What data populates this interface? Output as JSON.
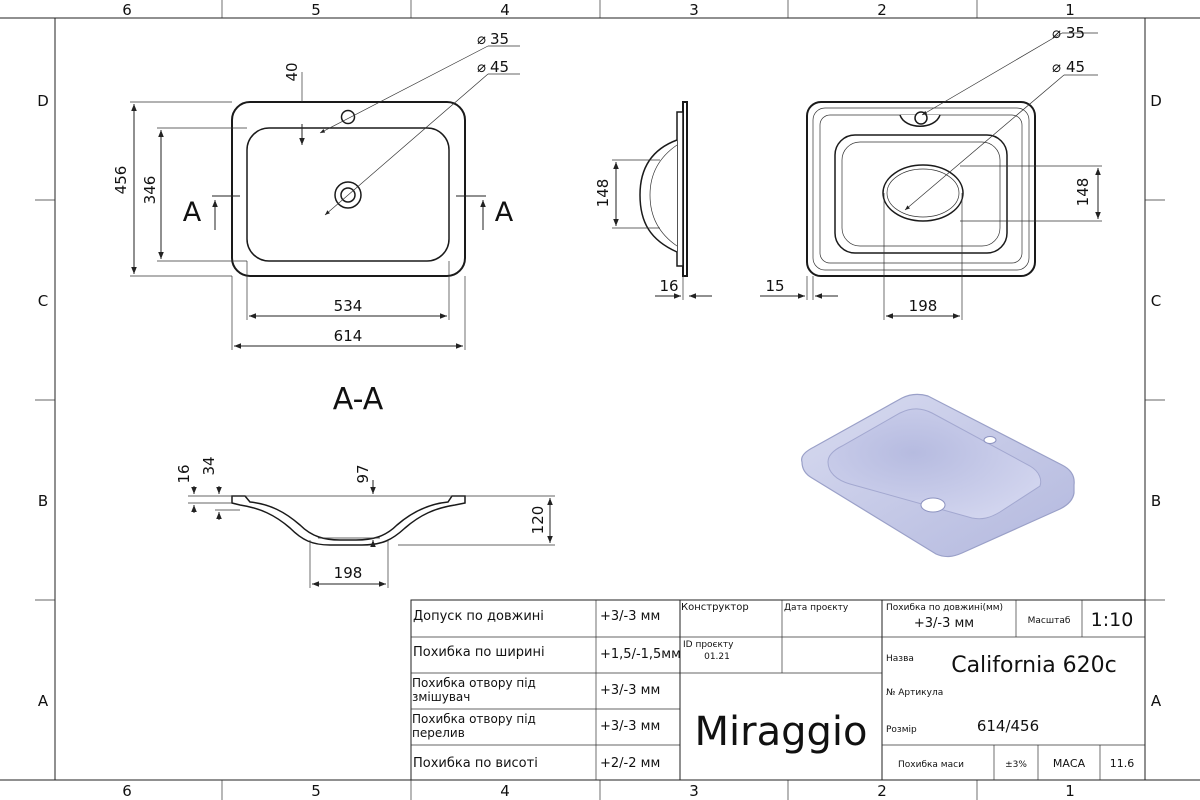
{
  "frame": {
    "columns": [
      "6",
      "5",
      "4",
      "3",
      "2",
      "1"
    ],
    "rows": [
      "D",
      "C",
      "B",
      "A"
    ]
  },
  "top_view": {
    "hole_small": "35",
    "hole_large": "45",
    "offset": "40",
    "height_outer": "456",
    "height_inner": "346",
    "width_inner": "534",
    "width_outer": "614",
    "section_mark": "A"
  },
  "side_view": {
    "bowl_height": "148",
    "rim": "16"
  },
  "rear_view": {
    "hole_small": "35",
    "hole_large": "45",
    "bowl_height": "148",
    "rim": "15",
    "drain_width": "198"
  },
  "section": {
    "title": "A-A",
    "rim": "16",
    "edge": "34",
    "depth": "97",
    "height": "120",
    "bottom_width": "198"
  },
  "title_block": {
    "tolerances": [
      {
        "label": "Допуск по довжині",
        "value": "+3/-3 мм"
      },
      {
        "label": "Похибка по ширині",
        "value": "+1,5/-1,5мм"
      },
      {
        "label": "Похибка отвору під змішувач",
        "value": "+3/-3 мм"
      },
      {
        "label": "Похибка отвору під перелив",
        "value": "+3/-3 мм"
      },
      {
        "label": "Похибка по висоті",
        "value": "+2/-2 мм"
      }
    ],
    "designer_label": "Конструктор",
    "date_label": "Дата проєкту",
    "project_id_label": "ID проєкту",
    "project_id": "01.21",
    "brand": "Miraggio",
    "length_tol_label": "Похибка по довжині(мм)",
    "length_tol_value": "+3/-3 мм",
    "scale_label": "Масштаб",
    "scale": "1:10",
    "name_label": "Назва",
    "name": "California 620c",
    "article_label": "№ Артикула",
    "size_label": "Розмір",
    "size": "614/456",
    "mass_tol_label": "Похибка маси",
    "mass_tol": "±3%",
    "mass_label": "МАСА",
    "mass": "11.6"
  },
  "colors": {
    "render_fill": "#c9cde8",
    "render_edge": "#9aa0c8",
    "line": "#1a1a1a"
  }
}
